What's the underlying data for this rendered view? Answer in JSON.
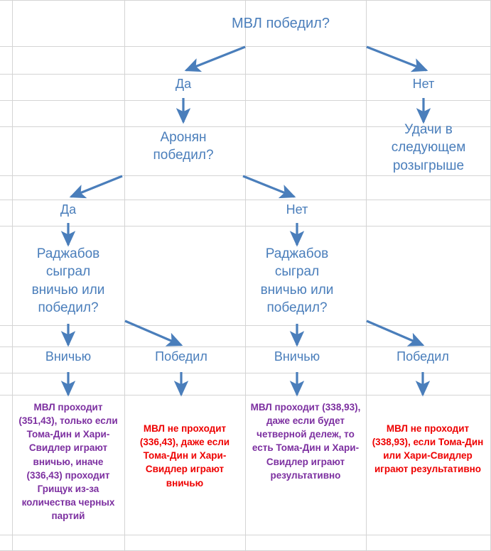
{
  "diagram": {
    "title_text": "МВЛ победил?",
    "colors": {
      "question_blue": "#4a7ebb",
      "arrow_blue": "#4a7ebb",
      "leaf_purple": "#7c2fa0",
      "leaf_red": "#ee0000",
      "grid_line": "#d4d4d4",
      "background": "#ffffff"
    },
    "nodes": {
      "root_question": "МВЛ победил?",
      "root_yes_label": "Да",
      "root_no_label": "Нет",
      "aronian_question": "Аронян\nпобедил?",
      "no_luck_result": "Удачи в\nследующем\nрозыгрыше",
      "aronian_yes_label": "Да",
      "aronian_no_label": "Нет",
      "radjabov_question_left": "Раджабов\nсыграл\nвничью или\nпобедил?",
      "radjabov_question_right": "Раджабов\nсыграл\nвничью или\nпобедил?",
      "branch1_label": "Вничью",
      "branch2_label": "Победил",
      "branch3_label": "Вничью",
      "branch4_label": "Победил",
      "leaf1_text": "МВЛ проходит (351,43), только если Тома-Дин и Хари-Свидлер играют вничью, иначе (336,43) проходит Грищук из-за количества черных партий",
      "leaf2_text": "МВЛ не проходит (336,43), даже если Тома-Дин и Хари-Свидлер играют вничью",
      "leaf3_text": "МВЛ проходит (338,93), даже если будет четверной дележ, то есть Тома-Дин и Хари-Свидлер играют результативно",
      "leaf4_text": "МВЛ не проходит (338,93),  если Тома-Дин или Хари-Свидлер играют результативно"
    }
  }
}
